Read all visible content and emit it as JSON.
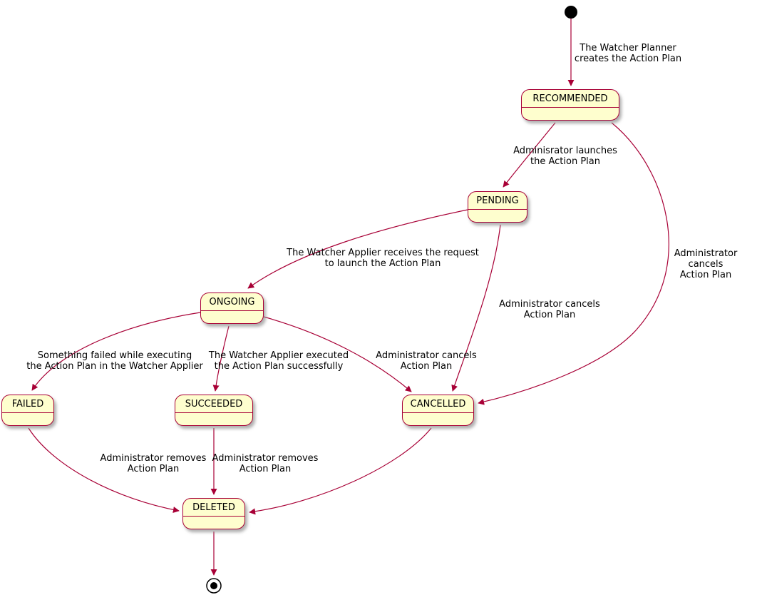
{
  "diagram": {
    "type": "state-machine",
    "colors": {
      "state_fill": "#FEFECE",
      "state_border": "#A80036",
      "arrow": "#A80036",
      "text": "#000000",
      "background": "#FFFFFF"
    },
    "states": {
      "recommended": {
        "label": "RECOMMENDED"
      },
      "pending": {
        "label": "PENDING"
      },
      "ongoing": {
        "label": "ONGOING"
      },
      "failed": {
        "label": "FAILED"
      },
      "succeeded": {
        "label": "SUCCEEDED"
      },
      "cancelled": {
        "label": "CANCELLED"
      },
      "deleted": {
        "label": "DELETED"
      }
    },
    "transitions": {
      "create": {
        "from": "initial",
        "to": "RECOMMENDED",
        "label": "The Watcher Planner\ncreates the Action Plan"
      },
      "launch": {
        "from": "RECOMMENDED",
        "to": "PENDING",
        "label": "Adminisrator launches\nthe Action Plan"
      },
      "receive": {
        "from": "PENDING",
        "to": "ONGOING",
        "label": "The Watcher Applier receives the request\nto launch the Action Plan"
      },
      "cancel_recommended": {
        "from": "RECOMMENDED",
        "to": "CANCELLED",
        "label": "Administrator cancels\nAction Plan"
      },
      "cancel_pending": {
        "from": "PENDING",
        "to": "CANCELLED",
        "label": "Administrator cancels\nAction Plan"
      },
      "cancel_ongoing": {
        "from": "ONGOING",
        "to": "CANCELLED",
        "label": "Administrator cancels\nAction Plan"
      },
      "failed_exec": {
        "from": "ONGOING",
        "to": "FAILED",
        "label": "Something failed while executing\nthe Action Plan in the Watcher Applier"
      },
      "success_exec": {
        "from": "ONGOING",
        "to": "SUCCEEDED",
        "label": "The Watcher Applier executed\nthe Action Plan successfully"
      },
      "remove_failed": {
        "from": "FAILED",
        "to": "DELETED",
        "label": "Administrator removes\nAction Plan"
      },
      "remove_succeeded": {
        "from": "SUCCEEDED",
        "to": "DELETED",
        "label": "Administrator removes\nAction Plan"
      },
      "cancelled_deleted": {
        "from": "CANCELLED",
        "to": "DELETED",
        "label": ""
      },
      "finish": {
        "from": "DELETED",
        "to": "final",
        "label": ""
      }
    }
  }
}
